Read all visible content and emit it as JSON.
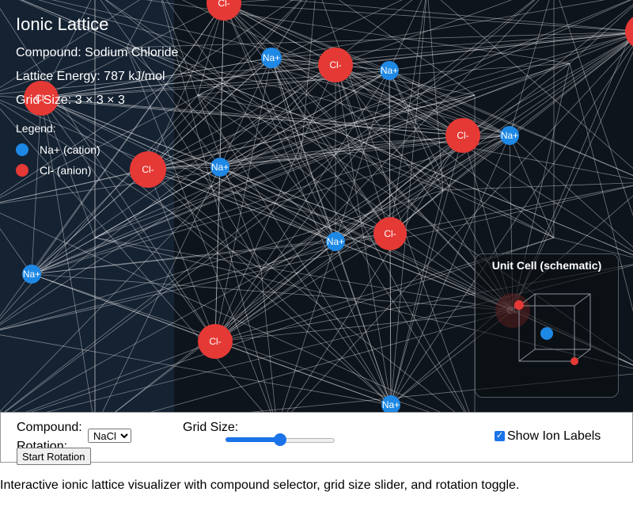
{
  "info": {
    "title": "Ionic Lattice",
    "compound": "Compound: Sodium Chloride",
    "energy": "Lattice Energy: 787 kJ/mol",
    "grid": "Grid Size: 3 × 3 × 3"
  },
  "legend": {
    "heading": "Legend:",
    "items": [
      {
        "label": "Na+ (cation)",
        "color": "#1e88e5"
      },
      {
        "label": "Cl- (anion)",
        "color": "#e53935"
      }
    ]
  },
  "colors": {
    "cation": "#1e88e5",
    "anion": "#e53935",
    "bond": "#ffffff",
    "background": "#0e141c"
  },
  "ions": [
    {
      "label": "Cl-",
      "type": "anion"
    },
    {
      "label": "Cl-",
      "type": "anion"
    },
    {
      "label": "Cl-",
      "type": "anion"
    },
    {
      "label": "Cl-",
      "type": "anion"
    },
    {
      "label": "Cl-",
      "type": "anion"
    },
    {
      "label": "Cl-",
      "type": "anion"
    },
    {
      "label": "Cl-",
      "type": "anion"
    },
    {
      "label": "Cl-",
      "type": "anion"
    },
    {
      "label": "Cl-",
      "type": "anion"
    },
    {
      "label": "Na+",
      "type": "cation"
    },
    {
      "label": "Na+",
      "type": "cation"
    },
    {
      "label": "Na+",
      "type": "cation"
    },
    {
      "label": "Na+",
      "type": "cation"
    },
    {
      "label": "Na+",
      "type": "cation"
    },
    {
      "label": "Na+",
      "type": "cation"
    },
    {
      "label": "Na+",
      "type": "cation"
    }
  ],
  "unit_cell": {
    "title": "Unit Cell (schematic)"
  },
  "controls": {
    "compound_label": "Compound:",
    "compound_value": "NaCl",
    "rotation_label": "Rotation:",
    "rotation_button": "Start Rotation",
    "grid_label": "Grid Size:",
    "grid_level": 0.5,
    "labels_toggle": "Show Ion Labels",
    "labels_checked": true
  },
  "caption": "Interactive ionic lattice visualizer with compound selector, grid size slider, and rotation toggle."
}
